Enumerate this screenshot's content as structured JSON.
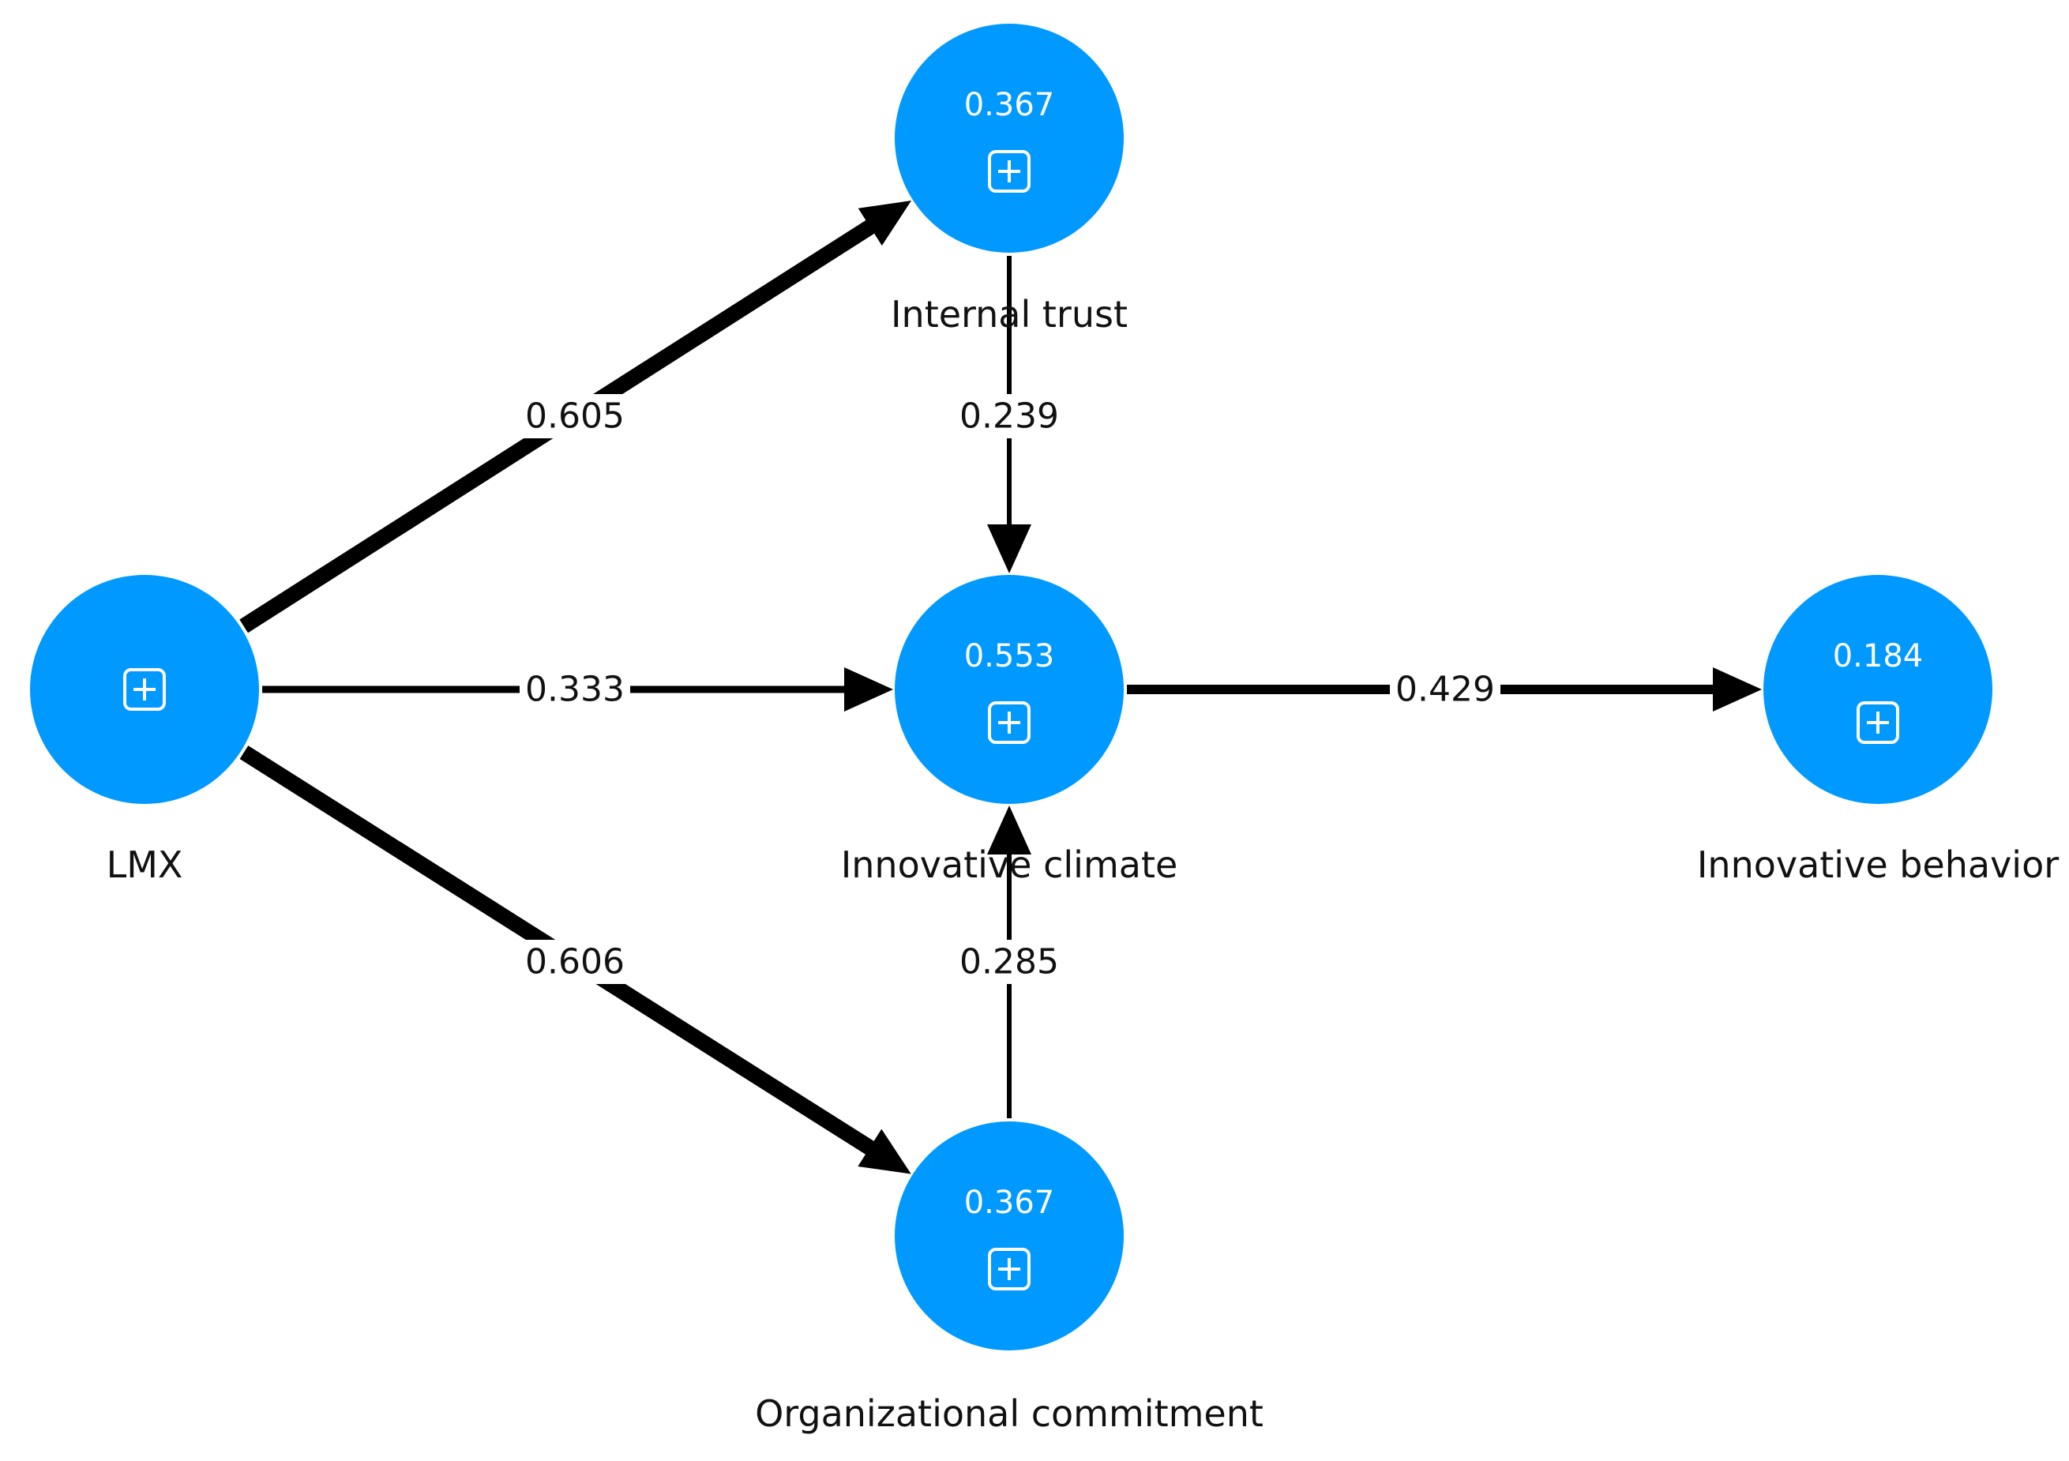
{
  "nodes": [
    {
      "id": "lmx",
      "label": "LMX",
      "r2": ""
    },
    {
      "id": "trust",
      "label": "Internal trust",
      "r2": "0.367"
    },
    {
      "id": "climate",
      "label": "Innovative climate",
      "r2": "0.553"
    },
    {
      "id": "behavior",
      "label": "Innovative behavior",
      "r2": "0.184"
    },
    {
      "id": "commitment",
      "label": "Organizational commitment",
      "r2": "0.367"
    }
  ],
  "paths": [
    {
      "from": "lmx",
      "to": "trust",
      "coef": "0.605"
    },
    {
      "from": "lmx",
      "to": "climate",
      "coef": "0.333"
    },
    {
      "from": "lmx",
      "to": "commitment",
      "coef": "0.606"
    },
    {
      "from": "trust",
      "to": "climate",
      "coef": "0.239"
    },
    {
      "from": "commitment",
      "to": "climate",
      "coef": "0.285"
    },
    {
      "from": "climate",
      "to": "behavior",
      "coef": "0.429"
    }
  ],
  "colors": {
    "node": "#0099ff",
    "line": "#000000"
  },
  "icons": {
    "expand": "plus-square-icon"
  }
}
